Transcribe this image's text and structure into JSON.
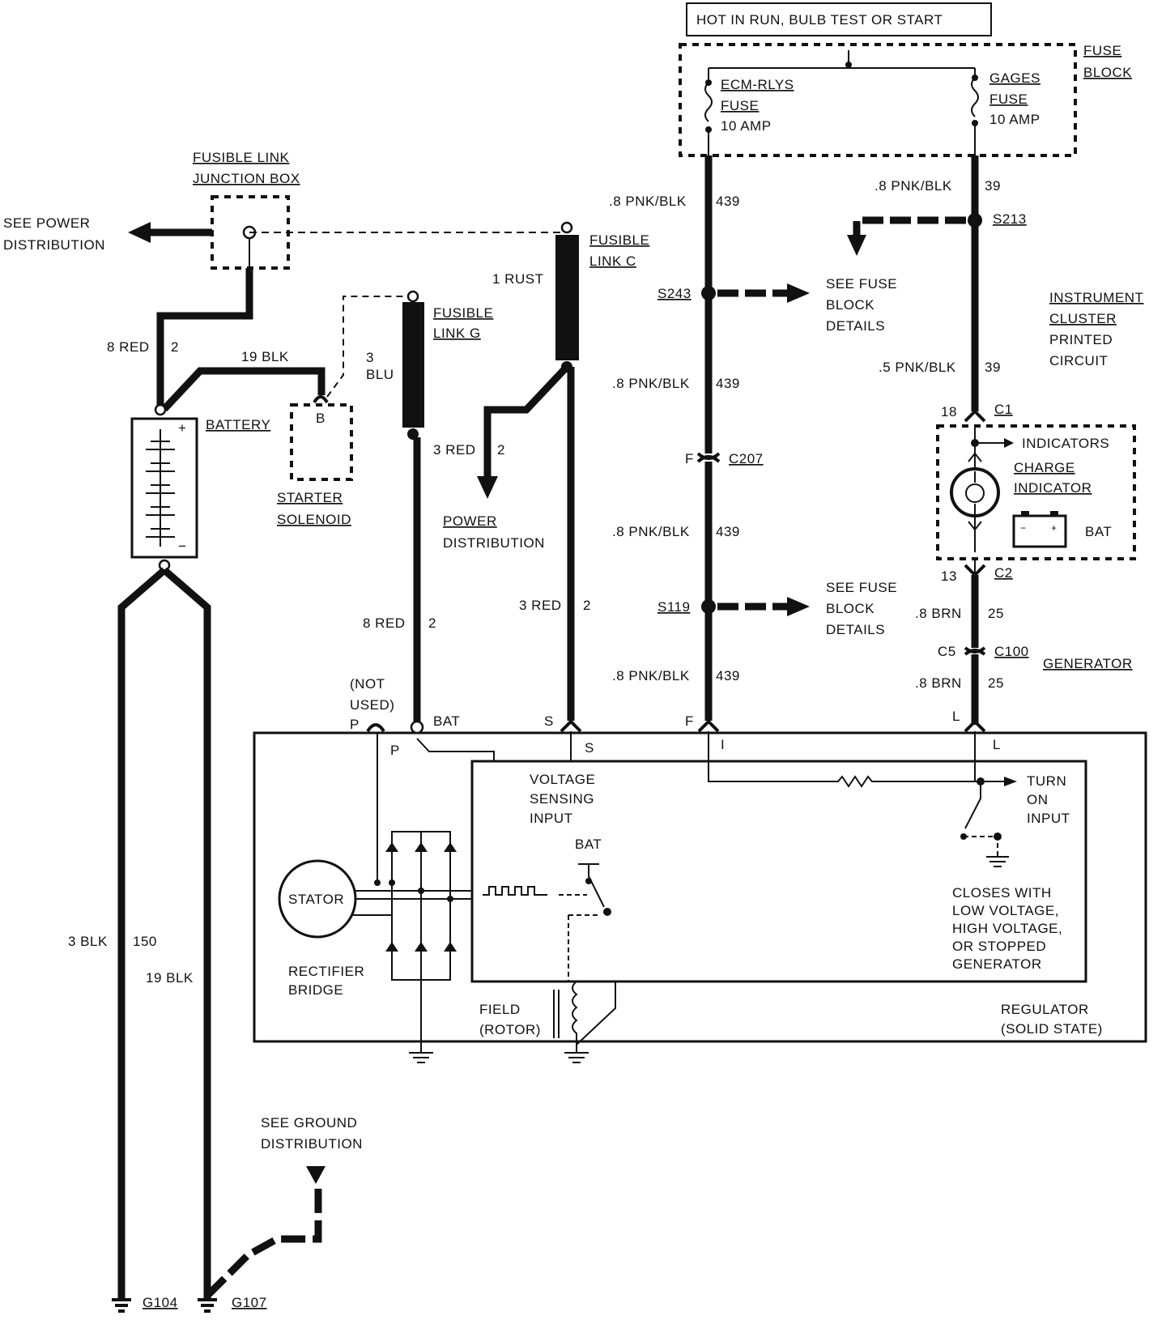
{
  "header": {
    "hot_label": "HOT IN RUN, BULB TEST OR START"
  },
  "fuse_block": {
    "title_1": "FUSE",
    "title_2": "BLOCK",
    "fuse_left_1": "ECM-RLYS",
    "fuse_left_2": "FUSE",
    "fuse_left_3": "10 AMP",
    "fuse_right_1": "GAGES",
    "fuse_right_2": "FUSE",
    "fuse_right_3": "10 AMP"
  },
  "junction_box": {
    "line_1": "FUSIBLE LINK",
    "line_2": "JUNCTION BOX"
  },
  "see_power": {
    "line_1": "SEE POWER",
    "line_2": "DISTRIBUTION"
  },
  "wires": {
    "w_8red_a": "8 RED",
    "w_8red_a_num": "2",
    "w_19blk": "19 BLK",
    "w_3blu_a": "3",
    "w_3blu_b": "BLU",
    "w_1rust": "1 RUST",
    "w_3red": "3 RED",
    "w_3red_num": "2",
    "w_3red_b": "3 RED",
    "w_3red_b_num": "2",
    "w_8red_b": "8 RED",
    "w_8red_b_num": "2",
    "w_pnk1": ".8 PNK/BLK",
    "w_pnk1_num": "439",
    "w_pnk2": ".8 PNK/BLK",
    "w_pnk2_num": "439",
    "w_pnk3": ".8 PNK/BLK",
    "w_pnk3_num": "439",
    "w_pnk4": ".8 PNK/BLK",
    "w_pnk4_num": "439",
    "w_pnk_r": ".8 PNK/BLK",
    "w_pnk_r_num": "39",
    "w_pnk5": ".5 PNK/BLK",
    "w_pnk5_num": "39",
    "w_brn1": ".8 BRN",
    "w_brn1_num": "25",
    "w_brn2": ".8 BRN",
    "w_brn2_num": "25",
    "w_3blk": "3 BLK",
    "w_3blk_num": "150",
    "w_19blk_b": "19 BLK"
  },
  "fusible_link_g": {
    "line_1": "FUSIBLE",
    "line_2": "LINK G"
  },
  "fusible_link_c": {
    "line_1": "FUSIBLE",
    "line_2": "LINK C"
  },
  "battery": {
    "label": "BATTERY",
    "plus": "+",
    "minus": "−"
  },
  "starter": {
    "line_1": "STARTER",
    "line_2": "SOLENOID",
    "terminal": "B"
  },
  "power_dist": {
    "line_1": "POWER",
    "line_2": "DISTRIBUTION"
  },
  "splices": {
    "s243": "S243",
    "s213": "S213",
    "s119": "S119",
    "see_fuse_1a": "SEE FUSE",
    "see_fuse_1b": "BLOCK",
    "see_fuse_1c": "DETAILS",
    "see_fuse_2a": "SEE FUSE",
    "see_fuse_2b": "BLOCK",
    "see_fuse_2c": "DETAILS"
  },
  "connectors": {
    "c207": "C207",
    "c207_pin": "F",
    "c1": "C1",
    "c1_pin": "18",
    "c2": "C2",
    "c2_pin": "13",
    "c100": "C100",
    "c100_pin": "C5"
  },
  "cluster": {
    "line_1": "INSTRUMENT",
    "line_2": "CLUSTER",
    "line_3": "PRINTED",
    "line_4": "CIRCUIT",
    "indicators": "INDICATORS",
    "charge_1": "CHARGE",
    "charge_2": "INDICATOR",
    "bat": "BAT"
  },
  "generator": {
    "label": "GENERATOR",
    "not_used_1": "(NOT",
    "not_used_2": "USED)",
    "term_p": "P",
    "term_p_in": "P",
    "term_bat": "BAT",
    "term_s": "S",
    "term_s_in": "S",
    "term_f": "F",
    "term_i": "I",
    "term_l": "L",
    "term_l_in": "L",
    "stator": "STATOR",
    "rectifier_1": "RECTIFIER",
    "rectifier_2": "BRIDGE",
    "voltage_1": "VOLTAGE",
    "voltage_2": "SENSING",
    "voltage_3": "INPUT",
    "reg_bat": "BAT",
    "turn_on_1": "TURN",
    "turn_on_2": "ON",
    "turn_on_3": "INPUT",
    "closes_1": "CLOSES WITH",
    "closes_2": "LOW VOLTAGE,",
    "closes_3": "HIGH VOLTAGE,",
    "closes_4": "OR STOPPED",
    "closes_5": "GENERATOR",
    "field_1": "FIELD",
    "field_2": "(ROTOR)",
    "regulator_1": "REGULATOR",
    "regulator_2": "(SOLID STATE)"
  },
  "ground": {
    "see_1": "SEE GROUND",
    "see_2": "DISTRIBUTION",
    "g104": "G104",
    "g107": "G107"
  }
}
